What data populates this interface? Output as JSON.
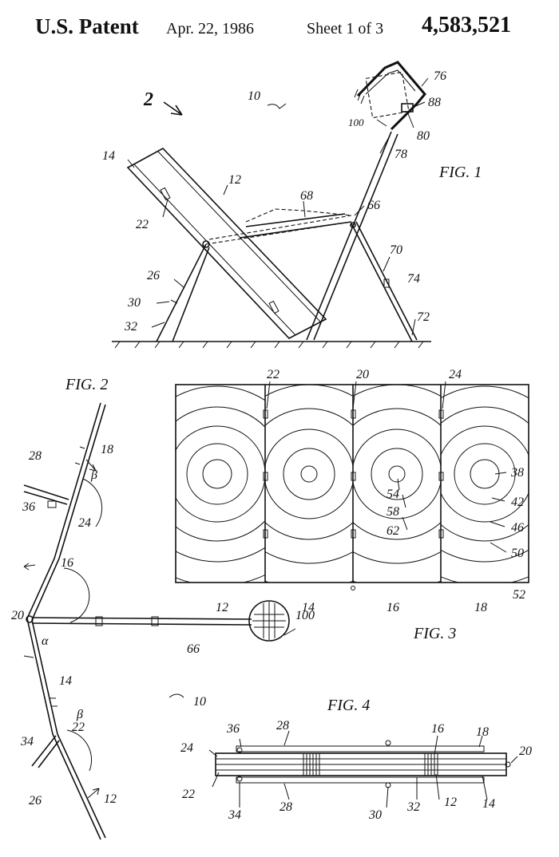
{
  "header": {
    "patent": "U.S. Patent",
    "date": "Apr. 22, 1986",
    "sheet": "Sheet 1 of 3",
    "number": "4,583,521"
  },
  "figures": {
    "fig1": "FIG. 1",
    "fig2": "FIG. 2",
    "fig3": "FIG. 3",
    "fig4": "FIG. 4"
  },
  "fig1_labels": {
    "l2": "2",
    "l10": "10",
    "l76": "76",
    "l88": "88",
    "l100": "100",
    "l80": "80",
    "l78": "78",
    "l14": "14",
    "l12": "12",
    "l68": "68",
    "l66": "66",
    "l22": "22",
    "l70": "70",
    "l74": "74",
    "l26": "26",
    "l30": "30",
    "l32": "32",
    "l72": "72"
  },
  "fig2_labels": {
    "l18": "18",
    "l28": "28",
    "lbeta1": "β",
    "l36": "36",
    "l24": "24",
    "l16": "16",
    "l20": "20",
    "lalpha": "α",
    "l100": "100",
    "l66": "66",
    "l14": "14",
    "lbeta2": "β",
    "l22": "22",
    "l34": "34",
    "l26": "26",
    "l12": "12",
    "l10": "10"
  },
  "fig3_labels": {
    "l22": "22",
    "l20": "20",
    "l24": "24",
    "l38": "38",
    "l54": "54",
    "l58": "58",
    "l42": "42",
    "l62": "62",
    "l46": "46",
    "l50": "50",
    "l12": "12",
    "l14": "14",
    "l16": "16",
    "l18": "18",
    "l52": "52"
  },
  "fig4_labels": {
    "l36": "36",
    "l28a": "28",
    "l16": "16",
    "l18": "18",
    "l24": "24",
    "l20": "20",
    "l22": "22",
    "l34": "34",
    "l28b": "28",
    "l30": "30",
    "l32": "32",
    "l12": "12",
    "l14": "14"
  }
}
